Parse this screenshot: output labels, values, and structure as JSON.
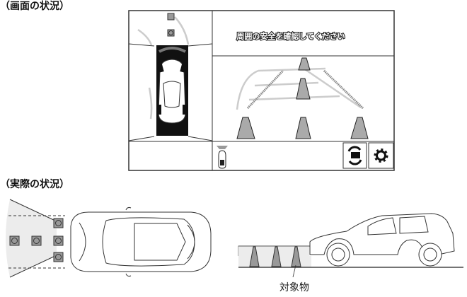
{
  "sections": {
    "screen_heading": "（画面の状況）",
    "actual_heading": "（実際の状況）"
  },
  "screen": {
    "message": "周囲の安全を確認してください",
    "buttons": [
      {
        "name": "view-switch",
        "icon": "camera-switch-icon"
      },
      {
        "name": "settings",
        "icon": "gear-icon"
      }
    ]
  },
  "actual": {
    "object_label": "対象物"
  },
  "colors": {
    "cone": "#a9a9a9",
    "guide_line": "#d0d0d0",
    "guide_dash": "#888888",
    "detection_area": "#ececec"
  }
}
